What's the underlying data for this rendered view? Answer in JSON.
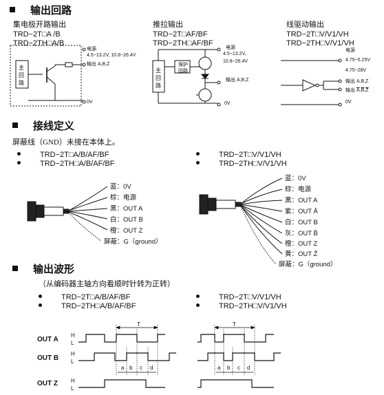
{
  "sections": {
    "output_circuit": "输出回路",
    "wiring": "接线定义",
    "waveform": "输出波形"
  },
  "circuits": {
    "open_collector": {
      "title": "集电极开路输出",
      "models": [
        "TRD−2T□A /B",
        "TRD−2TH□A/B"
      ],
      "block_label": "主\n回\n路",
      "power_label": "电源",
      "power_range": "4.5~13.2V, 10.8~26.4V",
      "output_label": "输出 A,B,Z",
      "zero_label": "0V"
    },
    "push_pull": {
      "title": "推拉输出",
      "models": [
        "TRD−2T□AF/BF",
        "TRD−2TH□AF/BF"
      ],
      "block_label": "主\n回\n路",
      "protect_label": "保护\n回路",
      "power_label": "电源",
      "power_range_1": "4.5~13.2V,",
      "power_range_2": "10.8~26.4V",
      "output_label": "输出 A,B,Z",
      "zero_label": "0V"
    },
    "line_driver": {
      "title": "线驱动输出",
      "models": [
        "TRD−2T□V/V1/VH",
        "TRD−2TH□V/V1/VH"
      ],
      "power_label": "电源",
      "power_range_1": "4.75~5.25V",
      "power_range_2": "4.75~28V",
      "output_label": "输出 A,B,Z",
      "output_neg_label": "输出",
      "zero_label": "0V"
    }
  },
  "wiring": {
    "note": "屏蔽线（GND）未接在本体上。",
    "left": {
      "models": [
        "TRD−2T□A/B/AF/BF",
        "TRD−2TH□A/B/AF/BF"
      ],
      "wires": [
        {
          "color": "蓝",
          "signal": "0V"
        },
        {
          "color": "棕",
          "signal": "电源"
        },
        {
          "color": "黑",
          "signal": "OUT A"
        },
        {
          "color": "白",
          "signal": "OUT B"
        },
        {
          "color": "橙",
          "signal": "OUT Z"
        },
        {
          "color": "屏蔽",
          "signal": "G（ground）"
        }
      ]
    },
    "right": {
      "models": [
        "TRD−2T□V/V1/VH",
        "TRD−2TH□V/V1/VH"
      ],
      "wires": [
        {
          "color": "蓝",
          "signal": "0V"
        },
        {
          "color": "棕",
          "signal": "电源"
        },
        {
          "color": "黑",
          "signal": "OUT A"
        },
        {
          "color": "紫",
          "signal": "OUT Ā"
        },
        {
          "color": "白",
          "signal": "OUT B"
        },
        {
          "color": "灰",
          "signal": "OUT B̄"
        },
        {
          "color": "橙",
          "signal": "OUT Z"
        },
        {
          "color": "黄",
          "signal": "OUT Z̄"
        },
        {
          "color": "屏蔽",
          "signal": "G（ground）"
        }
      ]
    }
  },
  "waveform": {
    "note": "（从编码器主轴方向看顺时针转为正转）",
    "left_models": [
      "TRD−2T□A/B/AF/BF",
      "TRD−2TH□A/B/AF/BF"
    ],
    "right_models": [
      "TRD−2T□V/V1/VH",
      "TRD−2TH□V/V1/VH"
    ],
    "signals": [
      "OUT A",
      "OUT B",
      "OUT Z"
    ],
    "levels": [
      "H",
      "L"
    ],
    "period_label": "T",
    "phase_labels": [
      "a",
      "b",
      "c",
      "d"
    ]
  }
}
